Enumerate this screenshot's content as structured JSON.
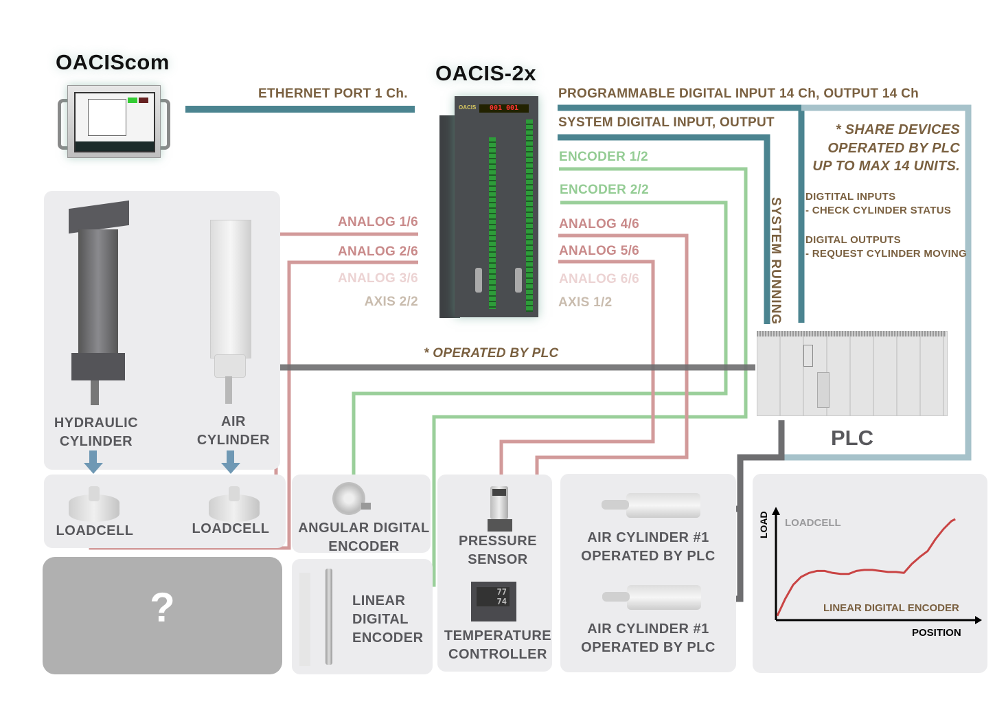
{
  "titles": {
    "oaciscom": "OACIScom",
    "oacis2x": "OACIS-2x",
    "plc": "PLC"
  },
  "ports_left": {
    "ethernet": "ETHERNET PORT 1 Ch.",
    "analog1": "ANALOG 1/6",
    "analog2": "ANALOG 2/6",
    "analog3": "ANALOG 3/6",
    "axis2": "AXIS 2/2"
  },
  "ports_right": {
    "prog_digital": "PROGRAMMABLE DIGITAL INPUT 14 Ch, OUTPUT 14 Ch",
    "system_digital": "SYSTEM DIGITAL INPUT, OUTPUT",
    "encoder1": "ENCODER 1/2",
    "encoder2": "ENCODER 2/2",
    "analog4": "ANALOG 4/6",
    "analog5": "ANALOG 5/6",
    "analog6": "ANALOG 6/6",
    "axis1": "AXIS 1/2"
  },
  "system_running": "SYSTEM RUNNING",
  "operated_by_plc": "* OPERATED BY PLC",
  "share_note": {
    "line1": "* SHARE DEVICES",
    "line2": "OPERATED BY PLC",
    "line3": "UP TO MAX 14 UNITS."
  },
  "digital_notes": {
    "inputs_title": "DIGTITAL INPUTS",
    "inputs_desc": "- CHECK CYLINDER STATUS",
    "outputs_title": "DIGITAL OUTPUTS",
    "outputs_desc": "- REQUEST CYLINDER MOVING"
  },
  "devices": {
    "hydraulic": [
      "HYDRAULIC",
      "CYLINDER"
    ],
    "air": [
      "AIR",
      "CYLINDER"
    ],
    "loadcell1": "LOADCELL",
    "loadcell2": "LOADCELL",
    "angular": [
      "ANGULAR DIGITAL",
      "ENCODER"
    ],
    "linear": [
      "LINEAR",
      "DIGITAL",
      "ENCODER"
    ],
    "pressure": [
      "PRESSURE",
      "SENSOR"
    ],
    "temperature": [
      "TEMPERATURE",
      "CONTROLLER"
    ],
    "aircyl1": [
      "AIR CYLINDER #1",
      "OPERATED BY PLC"
    ],
    "aircyl2": [
      "AIR CYLINDER #1",
      "OPERATED BY PLC"
    ],
    "unknown": "?"
  },
  "colors": {
    "teal": "#4b8490",
    "teal_light": "#a6c2ca",
    "pink": "#d29a9a",
    "green": "#9acf9a",
    "gray": "#6e6e70",
    "brown_text": "#7a6040",
    "curve": "#c94444"
  },
  "chart_data": {
    "type": "line",
    "title": "",
    "xlabel": "POSITION",
    "ylabel": "LOAD",
    "annotations": [
      "LOADCELL",
      "LINEAR DIGITAL ENCODER"
    ],
    "xlim": [
      0,
      100
    ],
    "ylim": [
      0,
      100
    ],
    "grid": false,
    "series": [
      {
        "name": "load-vs-position",
        "x": [
          0,
          4,
          8,
          12,
          16,
          20,
          24,
          28,
          32,
          36,
          40,
          44,
          48,
          52,
          56,
          60,
          64,
          68,
          72,
          76,
          80,
          84,
          88,
          90
        ],
        "y": [
          3,
          20,
          34,
          42,
          46,
          48,
          48,
          46,
          45,
          45,
          48,
          49,
          49,
          48,
          47,
          47,
          46,
          55,
          62,
          68,
          80,
          90,
          98,
          100
        ]
      }
    ]
  }
}
